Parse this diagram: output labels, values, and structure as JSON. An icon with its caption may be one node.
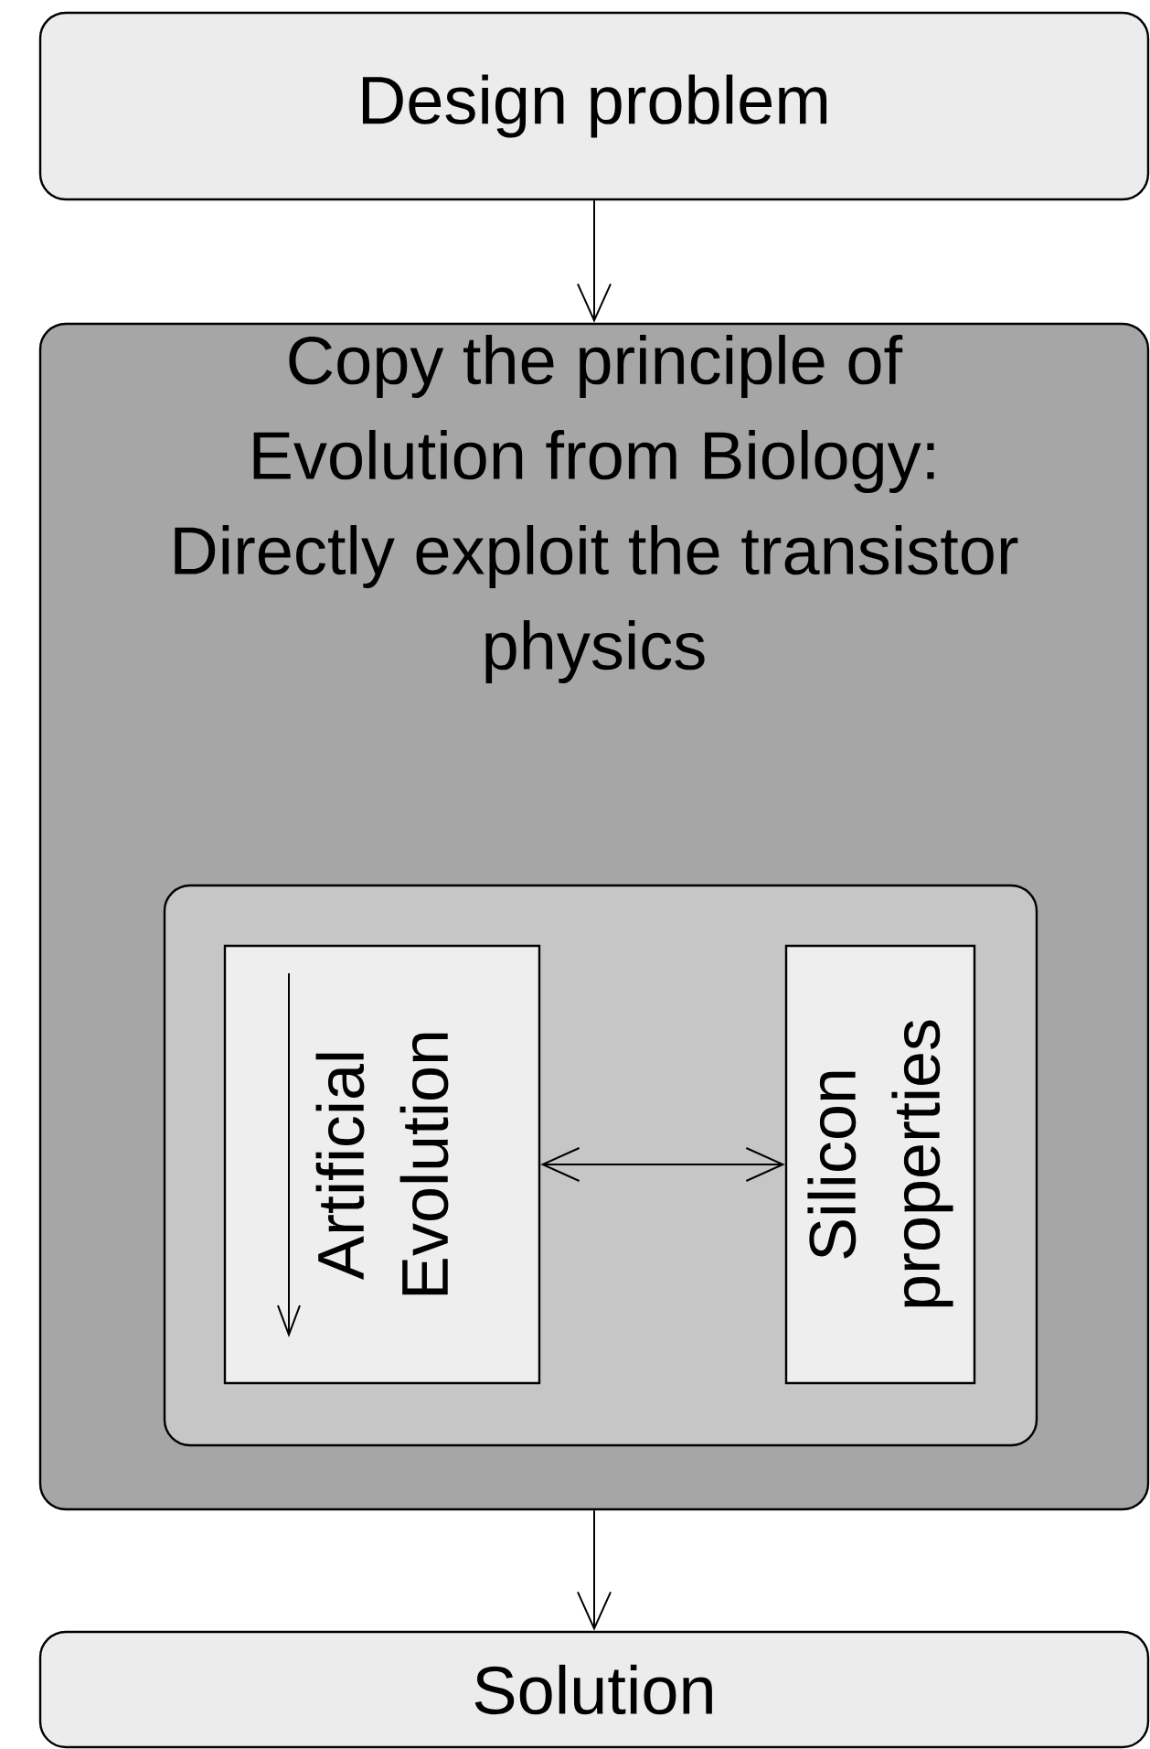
{
  "diagram": {
    "nodes": [
      {
        "text": [
          "Design problem"
        ]
      },
      {
        "text": [
          "Copy the principle of Evolution from Biology: Directly exploit the transistor physics"
        ]
      },
      {
        "text": [],
        "shape": "box",
        "in": 1
      },
      {
        "text": [
          "Artificial Evolution"
        ],
        "in": 2
      },
      {
        "text": [
          "Silicon properties"
        ],
        "in": 2
      },
      {
        "text": [
          "Solution"
        ]
      }
    ],
    "edges": [
      {
        "from": 0,
        "to": 1,
        "arrow": "to"
      },
      {
        "from": 3,
        "to": 4,
        "arrow": "both"
      },
      {
        "from": 1,
        "to": 5,
        "arrow": "to"
      }
    ]
  }
}
